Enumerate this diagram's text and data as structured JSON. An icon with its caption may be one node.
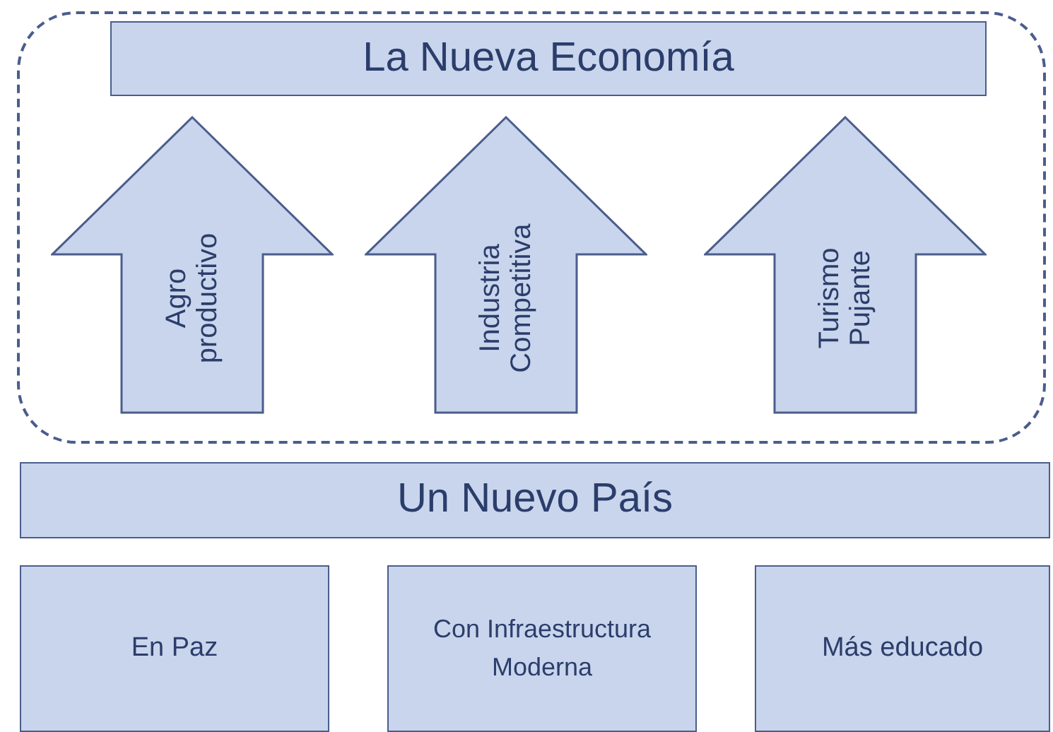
{
  "diagram": {
    "nodes": [
      {
        "text": [],
        "shape": "box"
      },
      {
        "text": [
          "La Nueva Economía"
        ],
        "in": 0
      },
      {
        "text": [
          "Agro productivo"
        ],
        "in": 0
      },
      {
        "text": [
          "Industria Competitiva"
        ],
        "in": 0
      },
      {
        "text": [
          "Turismo Pujante"
        ],
        "in": 0
      },
      {
        "text": [
          "Un Nuevo País"
        ]
      },
      {
        "text": [
          "En Paz"
        ]
      },
      {
        "text": [
          "Con Infraestructura Moderna"
        ]
      },
      {
        "text": [
          "Más educado"
        ]
      }
    ],
    "edges": []
  }
}
